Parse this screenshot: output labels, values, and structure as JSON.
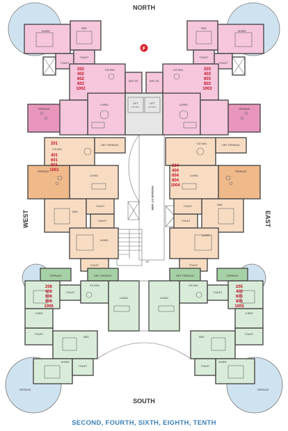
{
  "compass": {
    "north": "NORTH",
    "south": "SOUTH",
    "east": "EAST",
    "west": "WEST",
    "badge": "F"
  },
  "caption": "SECOND, FOURTH, SIXTH, EIGHTH, TENTH",
  "passage_label": "PASSAGE 6'0\" WIDE",
  "up_label": "UP",
  "lift_label": "LIFT",
  "lift_dim": "6'0\"X6'0\"",
  "unit_groups": {
    "nw": [
      "202",
      "402",
      "602",
      "802",
      "1002"
    ],
    "ne": [
      "203",
      "403",
      "603",
      "803",
      "1003"
    ],
    "w": [
      "201",
      "401",
      "601",
      "801",
      "1001"
    ],
    "e": [
      "204",
      "404",
      "604",
      "804",
      "1004"
    ],
    "sw": [
      "206",
      "406",
      "606",
      "806",
      "1006"
    ],
    "se": [
      "205",
      "405",
      "605",
      "805",
      "1005"
    ]
  },
  "rooms": {
    "mbed": "M.BED",
    "bed": "BED",
    "cbed": "C.BED",
    "toilet": "TOILET",
    "living": "LIVING",
    "kitdin": "KIT./DIN",
    "terrace": "TERRACE",
    "dryterrace": "DRY TERRACE",
    "dryterrace_short": "DRY\nTERRACE",
    "drytr": "DRY TR."
  },
  "colors": {
    "pink": "#f5c6dc",
    "pink_dark": "#e996bd",
    "peach": "#f8dcc2",
    "peach_dark": "#f0b98a",
    "green": "#d9ecd9",
    "green_dark": "#a6d1a6",
    "blue_circle": "#cfe2ef",
    "accent_red": "#d8232a",
    "caption_blue": "#3a7fb7",
    "core_grey": "#e6e6e6"
  }
}
